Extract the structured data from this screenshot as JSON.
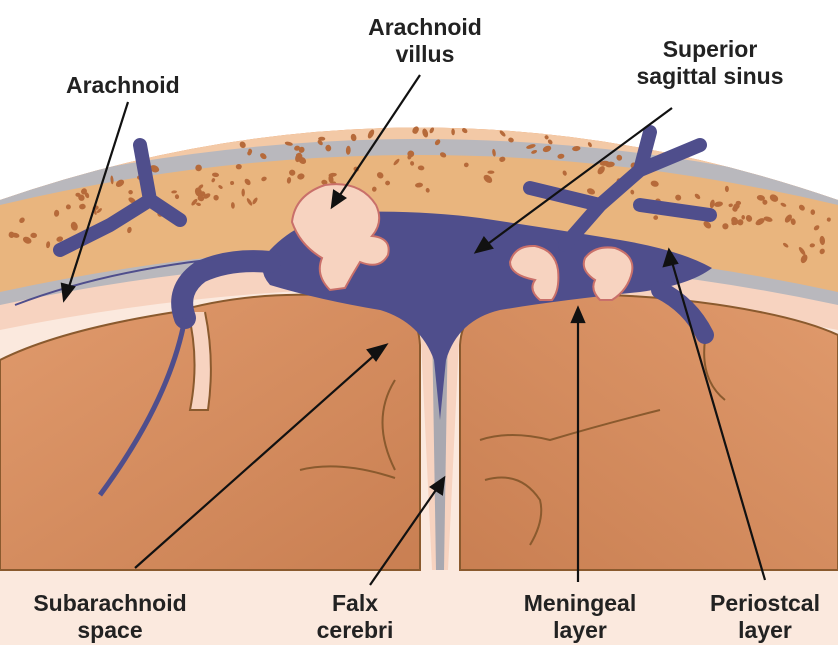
{
  "labels": {
    "arachnoid": "Arachnoid",
    "arachnoid_villus": [
      "Arachnoid",
      "villus"
    ],
    "superior_sagittal_sinus": [
      "Superior",
      "sagittal sinus"
    ],
    "subarachnoid_space": [
      "Subarachnoid",
      "space"
    ],
    "falx_cerebri": [
      "Falx",
      "cerebri"
    ],
    "meningeal_layer": [
      "Meningeal",
      "layer"
    ],
    "periosteal_layer": [
      "Periostcal",
      "layer"
    ]
  },
  "colors": {
    "scalp": "#e8843f",
    "bone": "#e9b57e",
    "bone_spots": "#b66a3a",
    "dura": "#b9b8bd",
    "sinus_blue": "#4f4e8c",
    "arachnoid_pink": "#f7d3c0",
    "brain": "#d58e61",
    "brain_outline": "#8a5a2e"
  }
}
